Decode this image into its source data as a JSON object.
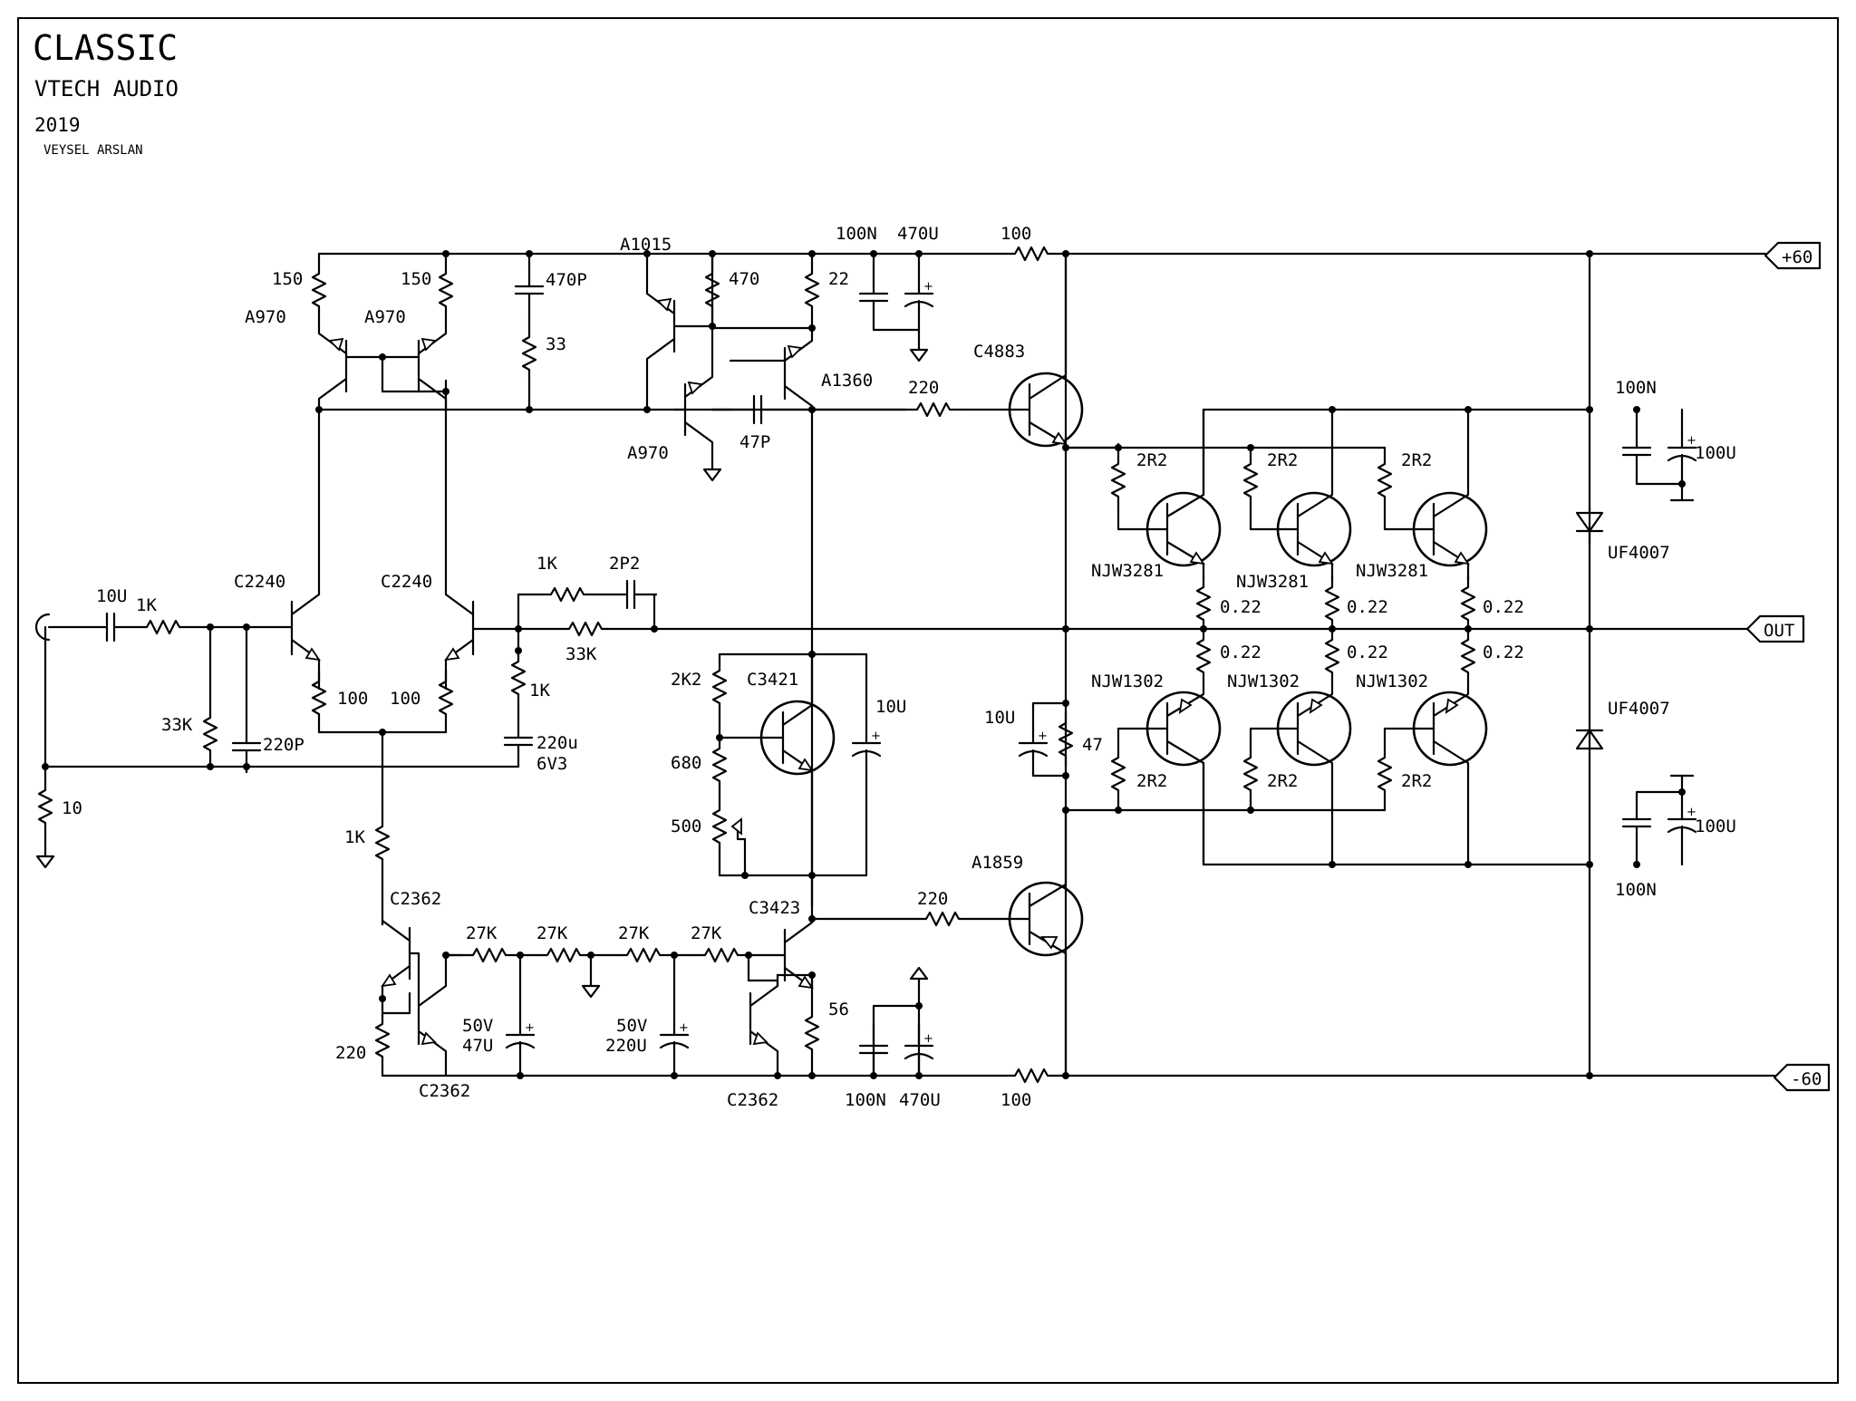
{
  "title": {
    "name": "CLASSIC",
    "company": "VTECH AUDIO",
    "year": "2019",
    "author": "VEYSEL ARSLAN"
  },
  "ports": {
    "pos": "+60",
    "out": "OUT",
    "neg": "-60"
  },
  "labels": {
    "r_150_a": "150",
    "r_150_b": "150",
    "q_a970_a": "A970",
    "q_a970_b": "A970",
    "q_a970_c": "A970",
    "c_470p": "470P",
    "r_33": "33",
    "q_a1015": "A1015",
    "r_470": "470",
    "r_22": "22",
    "c_100n_top": "100N",
    "c_470u_top": "470U",
    "r_100_top": "100",
    "q_c4883": "C4883",
    "q_a1360": "A1360",
    "r_220_drv_top": "220",
    "c_47p": "47P",
    "c_10u_in": "10U",
    "r_1k_in": "1K",
    "r_33k_in": "33K",
    "c_220p": "220P",
    "r_10": "10",
    "q_c2240_a": "C2240",
    "q_c2240_b": "C2240",
    "r_100_ea": "100",
    "r_100_eb": "100",
    "r_1k_fb": "1K",
    "c_2p2": "2P2",
    "r_33k_fb": "33K",
    "r_1k_fb2": "1K",
    "c_220u": "220u",
    "c_220u_v": "6V3",
    "r_1k_tail": "1K",
    "r_2k2": "2K2",
    "r_680": "680",
    "r_500": "500",
    "q_c3421": "C3421",
    "c_10u_vbe": "10U",
    "q_c2362_a": "C2362",
    "q_c2362_b": "C2362",
    "q_c2362_c": "C2362",
    "r_27k_1": "27K",
    "r_27k_2": "27K",
    "r_27k_3": "27K",
    "r_27k_4": "27K",
    "c_47u_v": "50V",
    "c_47u": "47U",
    "c_220u2_v": "50V",
    "c_220u2": "220U",
    "r_220_ccs": "220",
    "q_c3423": "C3423",
    "r_56": "56",
    "c_100n_bot": "100N",
    "c_470u_bot": "470U",
    "r_100_bot": "100",
    "q_a1859": "A1859",
    "r_220_drv_bot": "220",
    "c_10u_bs": "10U",
    "r_47": "47",
    "r_2r2_1": "2R2",
    "r_2r2_2": "2R2",
    "r_2r2_3": "2R2",
    "q_njw3281_1": "NJW3281",
    "q_njw3281_2": "NJW3281",
    "q_njw3281_3": "NJW3281",
    "r_022_1": "0.22",
    "r_022_2": "0.22",
    "r_022_3": "0.22",
    "r_022_4": "0.22",
    "r_022_5": "0.22",
    "r_022_6": "0.22",
    "q_njw1302_1": "NJW1302",
    "q_njw1302_2": "NJW1302",
    "q_njw1302_3": "NJW1302",
    "r_2r2_4": "2R2",
    "r_2r2_5": "2R2",
    "r_2r2_6": "2R2",
    "c_100n_rt": "100N",
    "c_100u_rt": "100U",
    "d_uf4007_a": "UF4007",
    "d_uf4007_b": "UF4007",
    "c_100u_rb": "100U",
    "c_100n_rb": "100N"
  }
}
